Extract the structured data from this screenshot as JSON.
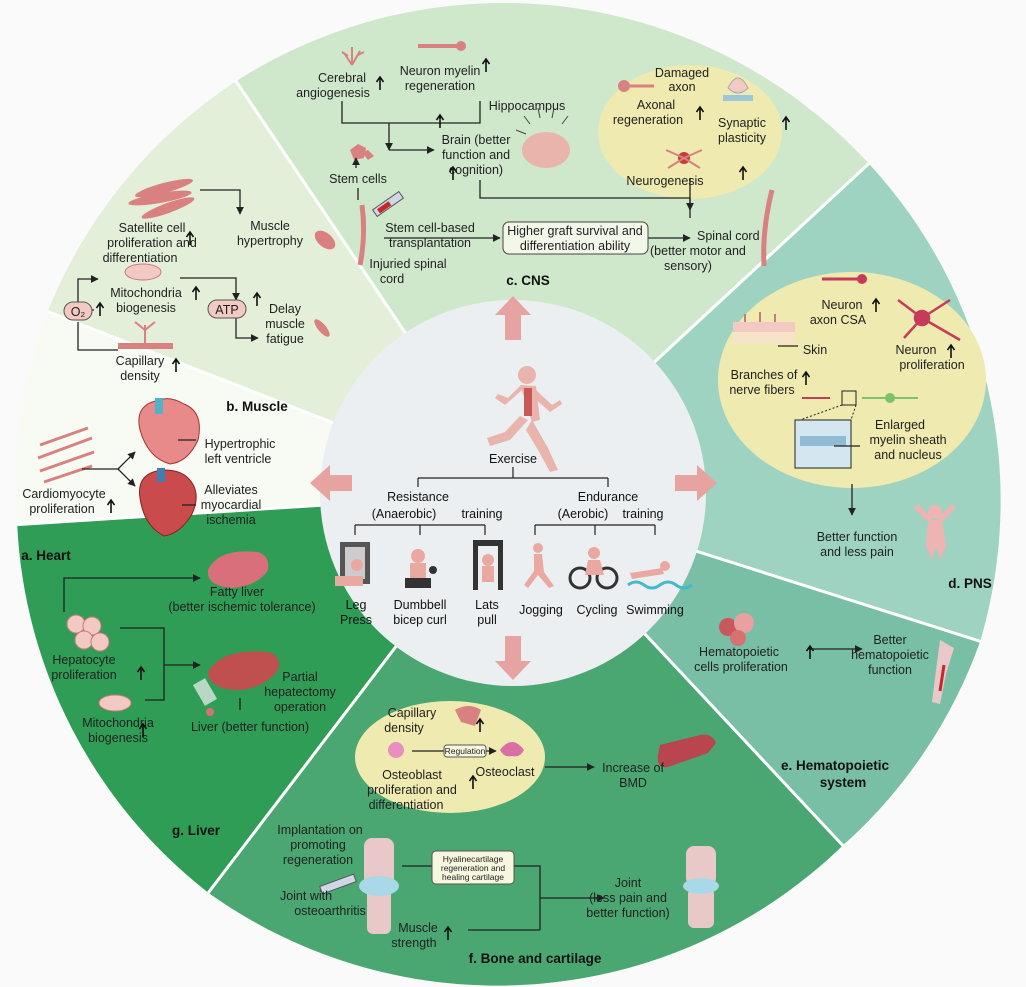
{
  "colors": {
    "cns": "#cfe8cc",
    "muscle": "#e3efd9",
    "heart": "#f7fbf3",
    "liver": "#2f9d56",
    "bone": "#4aa772",
    "hemato": "#79bfa6",
    "pns": "#9fd3c1",
    "center": "#eceff1",
    "oval": "#eeeab0",
    "arrow": "#e7a3a0",
    "tissue": "#d98080"
  },
  "center": {
    "exercise": "Exercise",
    "resistance_l1": "Resistance",
    "resistance_l2a": "(Anaerobic)",
    "resistance_l2b": "training",
    "endurance_l1": "Endurance",
    "endurance_l2a": "(Aerobic)",
    "endurance_l2b": "training",
    "leg_press_1": "Leg",
    "leg_press_2": "Press",
    "dumbbell_1": "Dumbbell",
    "dumbbell_2": "bicep curl",
    "lats_1": "Lats",
    "lats_2": "pull",
    "jogging": "Jogging",
    "cycling": "Cycling",
    "swimming": "Swimming"
  },
  "cns": {
    "title": "c. CNS",
    "cerebral_1": "Cerebral",
    "cerebral_2": "angiogenesis",
    "myelin_1": "Neuron myelin",
    "myelin_2": "regeneration",
    "hippocampus": "Hippocampus",
    "brain_1": "Brain (better",
    "brain_2": "function and",
    "brain_3": "cognition)",
    "stem_cells": "Stem cells",
    "transplant_1": "Stem cell-based",
    "transplant_2": "transplantation",
    "graft_1": "Higher graft survival and",
    "graft_2": "differentiation ability",
    "injured_1": "Injuried spinal",
    "injured_2": "cord",
    "spinal_1": "Spinal cord",
    "spinal_2": "(better motor and",
    "spinal_3": "sensory)",
    "damaged_1": "Damaged",
    "damaged_2": "axon",
    "axonal_1": "Axonal",
    "axonal_2": "regeneration",
    "synaptic_1": "Synaptic",
    "synaptic_2": "plasticity",
    "neurogenesis": "Neurogenesis"
  },
  "muscle": {
    "title": "b. Muscle",
    "satellite_1": "Satellite cell",
    "satellite_2": "proliferation and",
    "satellite_3": "differentiation",
    "hyper_1": "Muscle",
    "hyper_2": "hypertrophy",
    "mito_1": "Mitochondria",
    "mito_2": "biogenesis",
    "o2": "O₂",
    "atp": "ATP",
    "delay_1": "Delay",
    "delay_2": "muscle",
    "delay_3": "fatigue",
    "cap_1": "Capillary",
    "cap_2": "density"
  },
  "heart": {
    "title": "a. Heart",
    "hyper_1": "Hypertrophic",
    "hyper_2": "left ventricle",
    "alle_1": "Alleviates",
    "alle_2": "myocardial",
    "alle_3": "ischemia",
    "cardio_1": "Cardiomyocyte",
    "cardio_2": "proliferation"
  },
  "liver": {
    "title": "g. Liver",
    "fatty_1": "Fatty liver",
    "fatty_2": "(better ischemic tolerance)",
    "hep_1": "Hepatocyte",
    "hep_2": "proliferation",
    "partial_1": "Partial",
    "partial_2": "hepatectomy",
    "partial_3": "operation",
    "mito_1": "Mitochondria",
    "mito_2": "biogenesis",
    "liver_better": "Liver (better function)"
  },
  "bone": {
    "title": "f. Bone and cartilage",
    "cap_1": "Capillary",
    "cap_2": "density",
    "regulation": "Regulation",
    "osteoclast": "Osteoclast",
    "osteo_1": "Osteoblast",
    "osteo_2": "proliferation and",
    "osteo_3": "differentiation",
    "bmd_1": "Increase of",
    "bmd_2": "BMD",
    "impl_1": "Implantation on",
    "impl_2": "promoting",
    "impl_3": "regeneration",
    "hyal_1": "Hyalinecartilage",
    "hyal_2": "regeneration and",
    "hyal_3": "healing cartilage",
    "joint_oa_1": "Joint with",
    "joint_oa_2": "osteoarthritis",
    "joint_1": "Joint",
    "joint_2": "(less pain and",
    "joint_3": "better function)",
    "muscle_1": "Muscle",
    "muscle_2": "strength"
  },
  "hemato": {
    "title_1": "e. Hematopoietic",
    "title_2": "system",
    "cells_1": "Hematopoietic",
    "cells_2": "cells proliferation",
    "better_1": "Better",
    "better_2": "hematopoietic",
    "better_3": "function"
  },
  "pns": {
    "title": "d. PNS",
    "csa_1": "Neuron",
    "csa_2": "axon CSA",
    "skin": "Skin",
    "prolif_1": "Neuron",
    "prolif_2": "proliferation",
    "branches_1": "Branches of",
    "branches_2": "nerve fibers",
    "myelin_1": "Enlarged",
    "myelin_2": "myelin sheath",
    "myelin_3": "and nucleus",
    "better_1": "Better function",
    "better_2": "and less pain"
  }
}
